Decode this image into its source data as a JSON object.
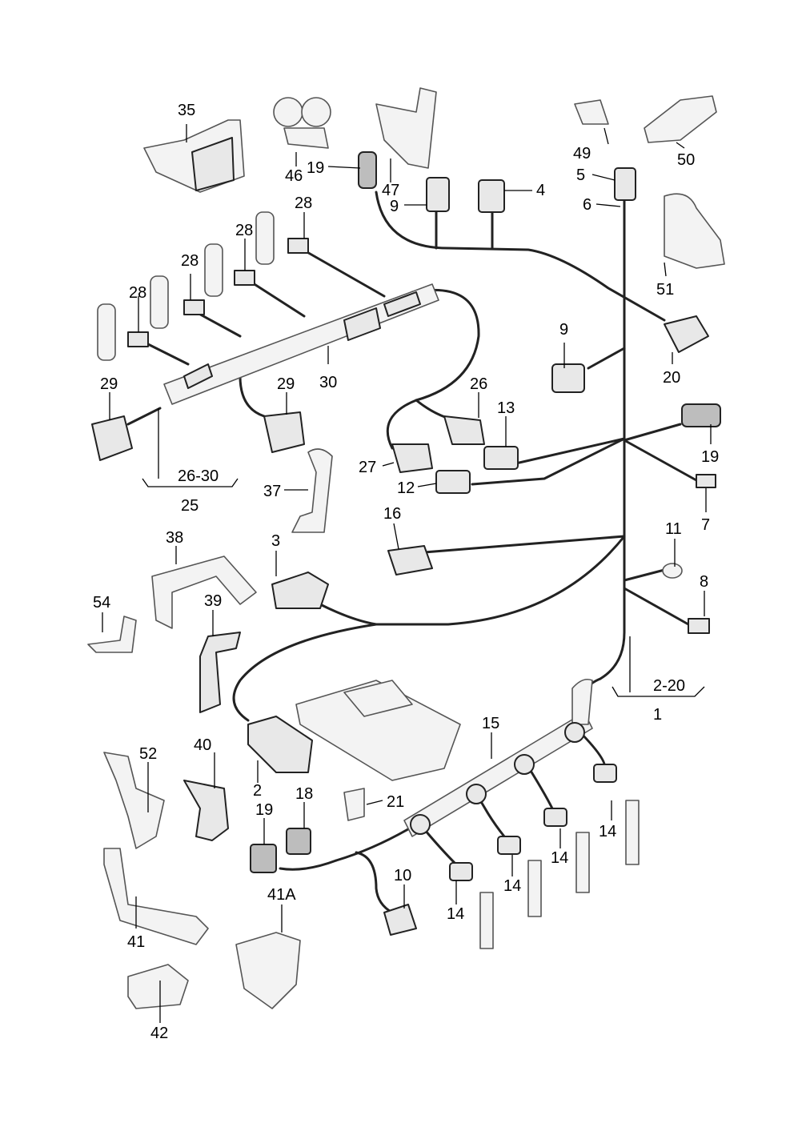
{
  "diagram": {
    "labels": {
      "l1": "1",
      "l2": "2",
      "l2_20": "2-20",
      "l3": "3",
      "l4": "4",
      "l5": "5",
      "l6": "6",
      "l7": "7",
      "l8": "8",
      "l9a": "9",
      "l9b": "9",
      "l10": "10",
      "l11": "11",
      "l12": "12",
      "l13": "13",
      "l14a": "14",
      "l14b": "14",
      "l14c": "14",
      "l14d": "14",
      "l15": "15",
      "l16": "16",
      "l18": "18",
      "l19a": "19",
      "l19b": "19",
      "l19c": "19",
      "l20": "20",
      "l21": "21",
      "l25": "25",
      "l26": "26",
      "l26_30": "26-30",
      "l27": "27",
      "l28a": "28",
      "l28b": "28",
      "l28c": "28",
      "l28d": "28",
      "l29a": "29",
      "l29b": "29",
      "l30": "30",
      "l35": "35",
      "l37": "37",
      "l38": "38",
      "l39": "39",
      "l40": "40",
      "l41": "41",
      "l41a": "41A",
      "l42": "42",
      "l46": "46",
      "l47": "47",
      "l49": "49",
      "l50": "50",
      "l51": "51",
      "l52": "52",
      "l54": "54"
    }
  }
}
